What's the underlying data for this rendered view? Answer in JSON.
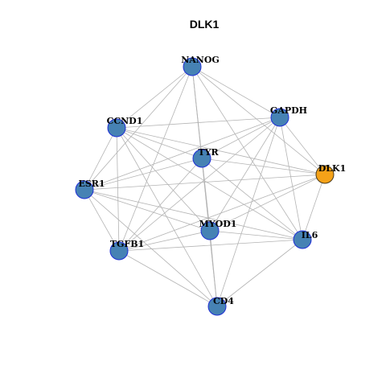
{
  "title": "DLK1",
  "colors": {
    "node_fill": "#4682b4",
    "node_stroke": "#1f2fd6",
    "highlight_fill": "#f5a218",
    "highlight_stroke": "#4a3a1a",
    "edge": "#b4b4b4"
  },
  "nodes": [
    {
      "id": "NANOG",
      "label": "NANOG",
      "highlight": false
    },
    {
      "id": "GAPDH",
      "label": "GAPDH",
      "highlight": false
    },
    {
      "id": "CCND1",
      "label": "CCND1",
      "highlight": false
    },
    {
      "id": "TYR",
      "label": "TYR",
      "highlight": false
    },
    {
      "id": "DLK1",
      "label": "DLK1",
      "highlight": true
    },
    {
      "id": "ESR1",
      "label": "ESR1",
      "highlight": false
    },
    {
      "id": "MYOD1",
      "label": "MYOD1",
      "highlight": false
    },
    {
      "id": "IL6",
      "label": "IL6",
      "highlight": false
    },
    {
      "id": "TGFB1",
      "label": "TGFB1",
      "highlight": false
    },
    {
      "id": "CD4",
      "label": "CD4",
      "highlight": false
    }
  ],
  "edges": [
    [
      "NANOG",
      "CCND1"
    ],
    [
      "NANOG",
      "GAPDH"
    ],
    [
      "NANOG",
      "TYR"
    ],
    [
      "NANOG",
      "DLK1"
    ],
    [
      "NANOG",
      "ESR1"
    ],
    [
      "NANOG",
      "MYOD1"
    ],
    [
      "NANOG",
      "IL6"
    ],
    [
      "NANOG",
      "TGFB1"
    ],
    [
      "NANOG",
      "CD4"
    ],
    [
      "GAPDH",
      "CCND1"
    ],
    [
      "GAPDH",
      "TYR"
    ],
    [
      "GAPDH",
      "DLK1"
    ],
    [
      "GAPDH",
      "ESR1"
    ],
    [
      "GAPDH",
      "MYOD1"
    ],
    [
      "GAPDH",
      "IL6"
    ],
    [
      "GAPDH",
      "TGFB1"
    ],
    [
      "GAPDH",
      "CD4"
    ],
    [
      "CCND1",
      "TYR"
    ],
    [
      "CCND1",
      "DLK1"
    ],
    [
      "CCND1",
      "ESR1"
    ],
    [
      "CCND1",
      "MYOD1"
    ],
    [
      "CCND1",
      "IL6"
    ],
    [
      "CCND1",
      "TGFB1"
    ],
    [
      "CCND1",
      "CD4"
    ],
    [
      "TYR",
      "DLK1"
    ],
    [
      "TYR",
      "ESR1"
    ],
    [
      "TYR",
      "MYOD1"
    ],
    [
      "TYR",
      "IL6"
    ],
    [
      "TYR",
      "TGFB1"
    ],
    [
      "TYR",
      "CD4"
    ],
    [
      "DLK1",
      "ESR1"
    ],
    [
      "DLK1",
      "IL6"
    ],
    [
      "DLK1",
      "TGFB1"
    ],
    [
      "DLK1",
      "MYOD1"
    ],
    [
      "ESR1",
      "MYOD1"
    ],
    [
      "ESR1",
      "TGFB1"
    ],
    [
      "ESR1",
      "CD4"
    ],
    [
      "ESR1",
      "IL6"
    ],
    [
      "MYOD1",
      "IL6"
    ],
    [
      "MYOD1",
      "TGFB1"
    ],
    [
      "MYOD1",
      "CD4"
    ],
    [
      "IL6",
      "TGFB1"
    ],
    [
      "IL6",
      "CD4"
    ],
    [
      "TGFB1",
      "CD4"
    ]
  ]
}
